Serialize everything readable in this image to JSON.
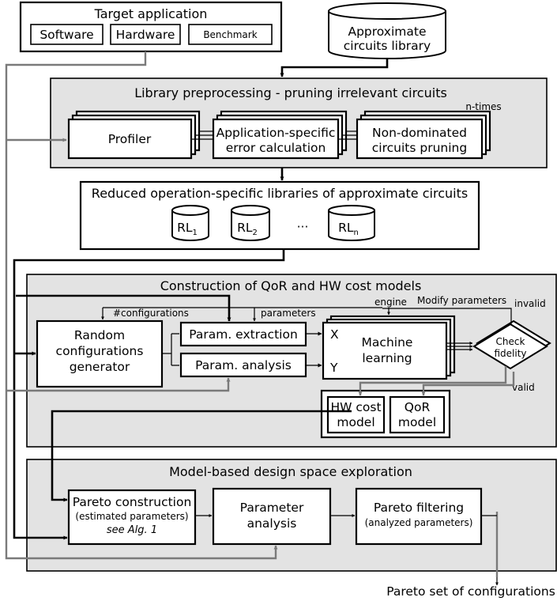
{
  "target": {
    "title": "Target application",
    "software": "Software",
    "hardware": "Hardware",
    "benchmark": "Benchmark"
  },
  "library": {
    "line1": "Approximate",
    "line2": "circuits library"
  },
  "preprocessing": {
    "title": "Library preprocessing - pruning irrelevant circuits",
    "ntimes": "n-times",
    "profiler": "Profiler",
    "error_line1": "Application-specific",
    "error_line2": "error calculation",
    "pruning_line1": "Non-dominated",
    "pruning_line2": "circuits pruning"
  },
  "reduced": {
    "title": "Reduced operation-specific libraries of approximate circuits",
    "rl1": {
      "base": "RL",
      "sub": "1"
    },
    "rl2": {
      "base": "RL",
      "sub": "2"
    },
    "ellipsis": "···",
    "rln": {
      "base": "RL",
      "sub": "n"
    }
  },
  "construction": {
    "title": "Construction of QoR and HW cost models",
    "configs_label": "#configurations",
    "params_label": "parameters",
    "engine_label": "engine",
    "modify_label": "Modify parameters",
    "invalid_label": "invalid",
    "valid_label": "valid",
    "generator_line1": "Random",
    "generator_line2": "configurations",
    "generator_line3": "generator",
    "extraction": "Param. extraction",
    "analysis": "Param. analysis",
    "x_label": "X",
    "y_label": "Y",
    "ml_line1": "Machine",
    "ml_line2": "learning",
    "check_line1": "Check",
    "check_line2": "fidelity",
    "hw_line1": "HW cost",
    "hw_line2": "model",
    "qor_line1": "QoR",
    "qor_line2": "model"
  },
  "exploration": {
    "title": "Model-based design space exploration",
    "pareto_line1": "Pareto construction",
    "pareto_line2": "(estimated parameters)",
    "pareto_line3": "see Alg. 1",
    "param_line1": "Parameter",
    "param_line2": "analysis",
    "filter_line1": "Pareto filtering",
    "filter_line2": "(analyzed parameters)"
  },
  "output": "Pareto set of configurations"
}
